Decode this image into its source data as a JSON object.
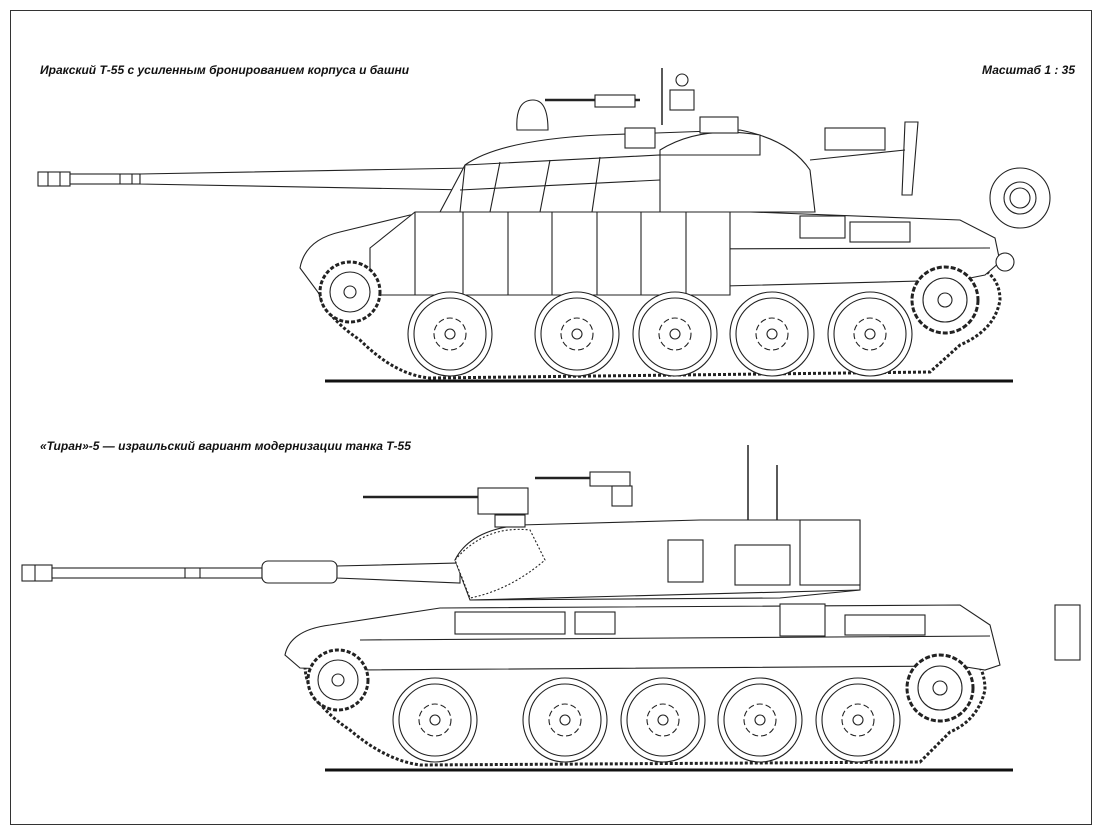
{
  "sheet": {
    "top_caption": "Иракский Т-55 с усиленным бронированием корпуса и башни",
    "scale_label": "Масштаб 1 : 35",
    "bottom_caption": "«Тиран»-5 — израильский вариант модернизации танка Т-55"
  },
  "drawings": [
    {
      "name": "iraqi-t55-side-view",
      "road_wheels": 5
    },
    {
      "name": "tiran5-side-view",
      "road_wheels": 5
    }
  ]
}
